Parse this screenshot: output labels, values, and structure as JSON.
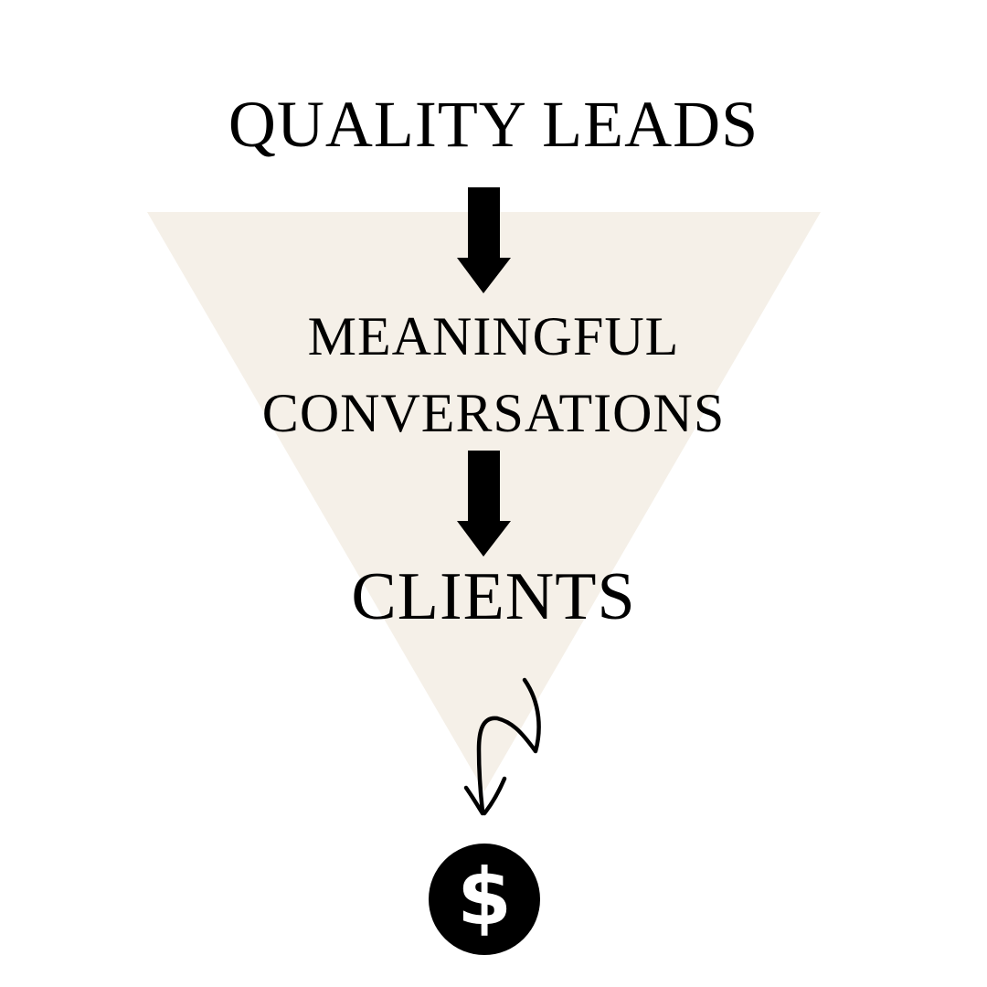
{
  "funnel": {
    "color": "#f5f0e8",
    "stages": [
      {
        "label": "QUALITY LEADS"
      },
      {
        "label_lines": [
          "MEANINGFUL",
          "CONVERSATIONS"
        ]
      },
      {
        "label": "CLIENTS"
      }
    ]
  },
  "connectors": {
    "arrow_color": "#000000",
    "arrow_icon": "down-arrow-icon",
    "squiggle_icon": "squiggle-arrow-icon"
  },
  "outcome": {
    "icon": "dollar-icon",
    "symbol": "$",
    "badge_color": "#000000",
    "symbol_color": "#ffffff"
  }
}
